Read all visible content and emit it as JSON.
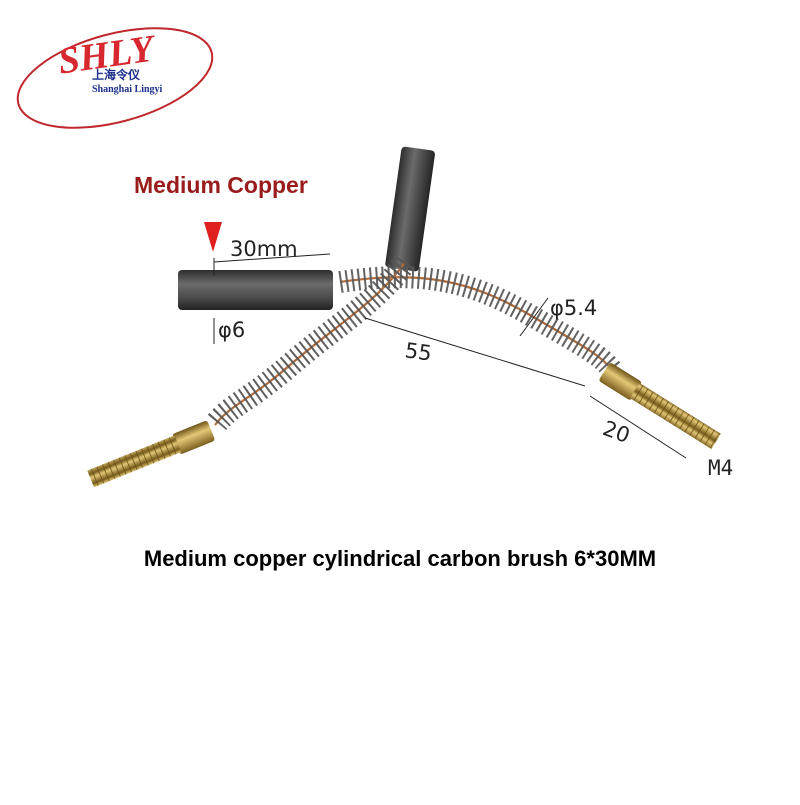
{
  "logo": {
    "mark": "SHLY",
    "name_cn": "上海令仪",
    "name_en": "Shanghai Lingyi",
    "colors": {
      "mark": "#d6282e",
      "text": "#1d2f8a"
    }
  },
  "product": {
    "material_title": "Medium Copper",
    "caption": "Medium copper cylindrical carbon brush 6*30MM"
  },
  "dimensions": {
    "length": "30mm",
    "diameter": "φ6",
    "spring_diameter": "φ5.4",
    "lead_length": "55",
    "thread_length": "20",
    "thread": "M4"
  },
  "colors": {
    "title": "#9a1b1b",
    "carbon": "#4a4a4a",
    "spring": "#5a5a5a",
    "brass": "#c2a04a"
  }
}
